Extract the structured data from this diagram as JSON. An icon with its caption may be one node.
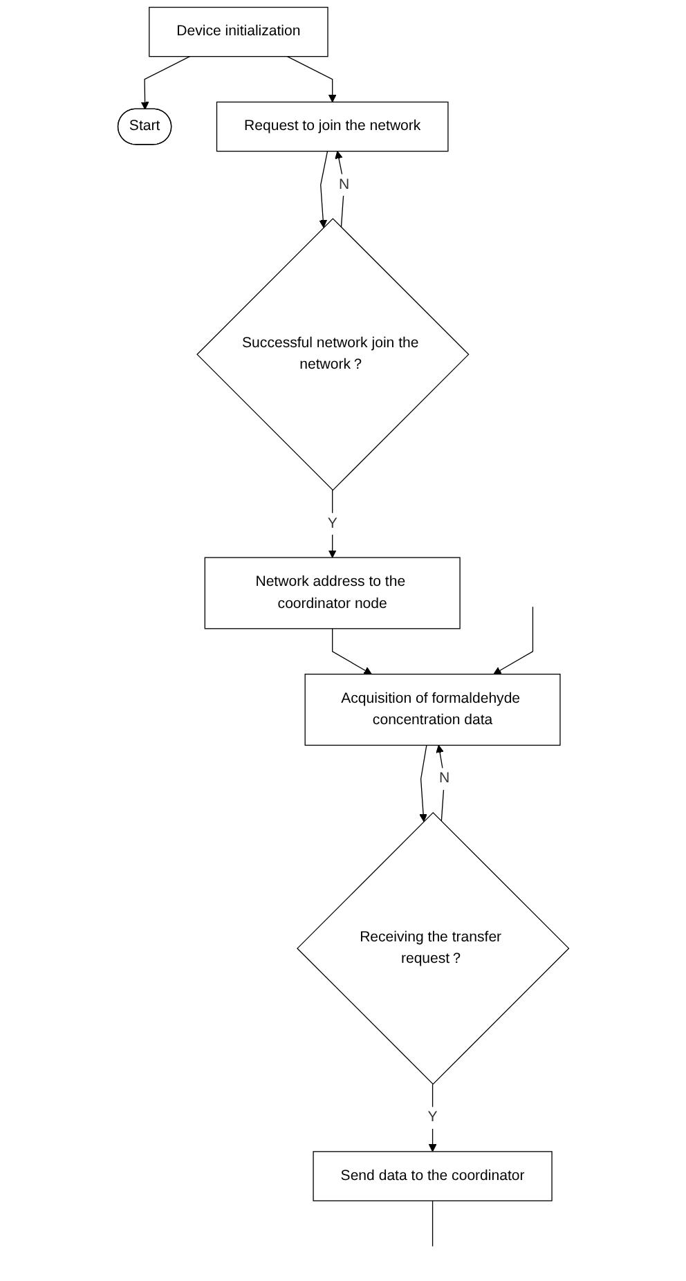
{
  "diagram": {
    "nodes": [
      {
        "text": [
          "Start"
        ]
      },
      {
        "text": [
          "Device initialization"
        ]
      },
      {
        "text": [
          "Request to join the network"
        ]
      },
      {
        "text": [
          "Successful network join the network？"
        ]
      },
      {
        "text": [
          "Network address to the coordinator node"
        ]
      },
      {
        "text": [
          "Acquisition of formaldehyde concentration data"
        ]
      },
      {
        "text": [
          "Receiving the transfer request？"
        ]
      },
      {
        "text": [
          "Send data to the coordinator"
        ]
      }
    ],
    "edges": [
      {
        "from": 1,
        "to": 0,
        "arrow": "to"
      },
      {
        "from": 1,
        "to": 2,
        "arrow": "to"
      },
      {
        "from": 2,
        "to": 3,
        "arrow": "to"
      },
      {
        "from": 3,
        "to": 2,
        "label": "N",
        "arrow": "to"
      },
      {
        "from": 3,
        "to": 4,
        "label": "Y",
        "arrow": "to"
      },
      {
        "from": 4,
        "to": 5,
        "arrow": "to"
      },
      {
        "from": 5,
        "to": 6,
        "arrow": "to"
      },
      {
        "from": 6,
        "to": 5,
        "label": "N",
        "arrow": "to"
      },
      {
        "from": 6,
        "to": 7,
        "label": "Y",
        "arrow": "to"
      },
      {
        "from": 7,
        "to": null,
        "arrow": "none"
      },
      {
        "from": null,
        "to": 5,
        "arrow": "to"
      }
    ]
  }
}
